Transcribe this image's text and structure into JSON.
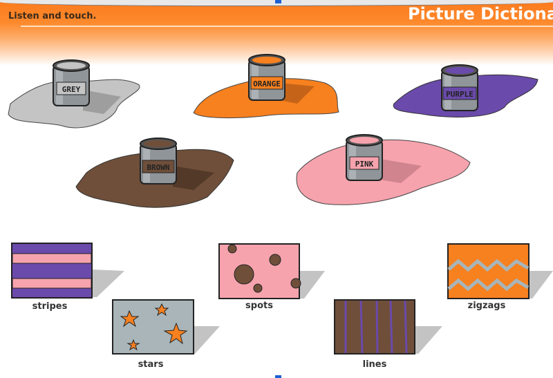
{
  "header": {
    "instruction": "Listen and touch.",
    "title": "Picture Dictionary"
  },
  "paints": [
    {
      "label": "GREY",
      "color": "#c4c4c4"
    },
    {
      "label": "ORANGE",
      "color": "#f7801f"
    },
    {
      "label": "PURPLE",
      "color": "#6a4aaa"
    },
    {
      "label": "BROWN",
      "color": "#6f4f3a"
    },
    {
      "label": "PINK",
      "color": "#f6a3ad"
    }
  ],
  "patterns": [
    {
      "label": "stripes"
    },
    {
      "label": "stars"
    },
    {
      "label": "spots"
    },
    {
      "label": "lines"
    },
    {
      "label": "zigzags"
    }
  ]
}
